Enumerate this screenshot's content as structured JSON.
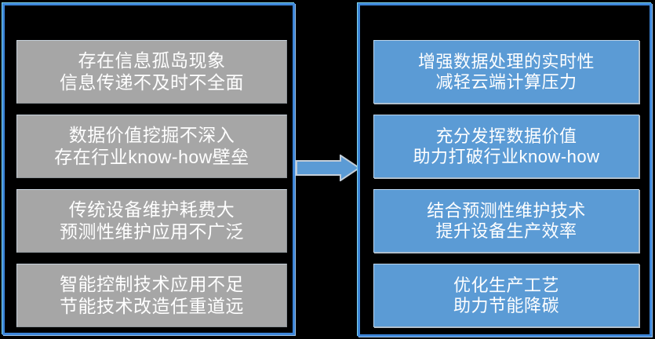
{
  "diagram": {
    "type": "two-column-transformation",
    "colors": {
      "background": "#000000",
      "panel_border": "#3c85d8",
      "left_box_fill": "#a6a6a6",
      "right_box_fill": "#5b9bd5",
      "arrow_fill": "#5b9bd5",
      "text": "#ffffff"
    },
    "connector": {
      "icon": "right-arrow-icon",
      "direction": "left-to-right"
    },
    "left_panel": {
      "name": "problems",
      "boxes": [
        {
          "id": "pain-point-1",
          "line1": "存在信息孤岛现象",
          "line2": "信息传递不及时不全面"
        },
        {
          "id": "pain-point-2",
          "line1": "数据价值挖掘不深入",
          "line2": "存在行业know-how壁垒"
        },
        {
          "id": "pain-point-3",
          "line1": "传统设备维护耗费大",
          "line2": "预测性维护应用不广泛"
        },
        {
          "id": "pain-point-4",
          "line1": "智能控制技术应用不足",
          "line2": "节能技术改造任重道远"
        }
      ]
    },
    "right_panel": {
      "name": "solutions",
      "boxes": [
        {
          "id": "benefit-1",
          "line1": "增强数据处理的实时性",
          "line2": "减轻云端计算压力"
        },
        {
          "id": "benefit-2",
          "line1": "充分发挥数据价值",
          "line2": "助力打破行业know-how"
        },
        {
          "id": "benefit-3",
          "line1": "结合预测性维护技术",
          "line2": "提升设备生产效率"
        },
        {
          "id": "benefit-4",
          "line1": "优化生产工艺",
          "line2": "助力节能降碳"
        }
      ]
    }
  }
}
